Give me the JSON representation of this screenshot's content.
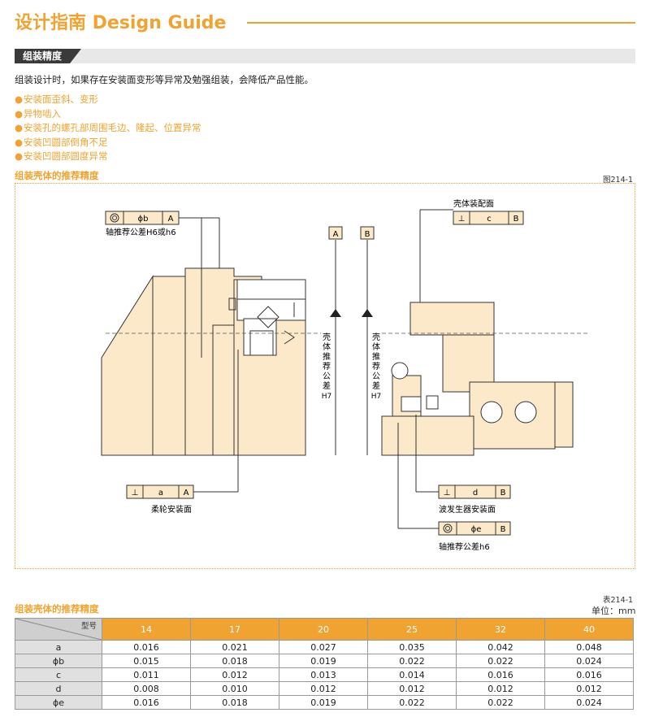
{
  "header": {
    "title": "设计指南 Design Guide"
  },
  "section": {
    "title": "组装精度",
    "intro": "组装设计时，如果存在安装面变形等异常及勉强组装，会降低产品性能。"
  },
  "bullets": [
    "安装面歪斜、变形",
    "异物啮入",
    "安装孔的螺孔部周围毛边、隆起、位置异常",
    "安装凹圆部倒角不足",
    "安装凹圆部圆度异常"
  ],
  "figure": {
    "caption": "组装壳体的推荐精度",
    "number": "图214-1",
    "callouts": {
      "b_symbol": "ϕb",
      "b_ref": "A",
      "b_label": "轴推荐公差H6或h6",
      "c_symbol": "⊥",
      "c_value": "c",
      "c_ref": "B",
      "c_label": "壳体装配面",
      "a_symbol": "⊥",
      "a_value": "a",
      "a_ref": "A",
      "a_label": "柔轮安装面",
      "d_symbol": "⊥",
      "d_value": "d",
      "d_ref": "B",
      "d_label": "波发生器安装面",
      "e_symbol": "ϕe",
      "e_ref": "B",
      "e_label": "轴推荐公差h6",
      "datum_a": "A",
      "datum_b": "B",
      "left_vertical": [
        "壳",
        "体",
        "推",
        "荐",
        "公",
        "差",
        "H7"
      ],
      "right_vertical": [
        "壳",
        "体",
        "推",
        "荐",
        "公",
        "差",
        "H7"
      ]
    }
  },
  "table": {
    "caption": "组装壳体的推荐精度",
    "number": "表214-1",
    "unit": "单位：mm",
    "corner": "型号",
    "columns": [
      "14",
      "17",
      "20",
      "25",
      "32",
      "40"
    ],
    "rows": [
      {
        "label": "a",
        "values": [
          "0.016",
          "0.021",
          "0.027",
          "0.035",
          "0.042",
          "0.048"
        ]
      },
      {
        "label": "ϕb",
        "values": [
          "0.015",
          "0.018",
          "0.019",
          "0.022",
          "0.022",
          "0.024"
        ]
      },
      {
        "label": "c",
        "values": [
          "0.011",
          "0.012",
          "0.013",
          "0.014",
          "0.016",
          "0.016"
        ]
      },
      {
        "label": "d",
        "values": [
          "0.008",
          "0.010",
          "0.012",
          "0.012",
          "0.012",
          "0.012"
        ]
      },
      {
        "label": "ϕe",
        "values": [
          "0.016",
          "0.018",
          "0.019",
          "0.022",
          "0.022",
          "0.024"
        ]
      }
    ]
  },
  "colors": {
    "accent": "#f0a330",
    "part_fill": "#fbe9c9",
    "part_stroke": "#333333"
  }
}
